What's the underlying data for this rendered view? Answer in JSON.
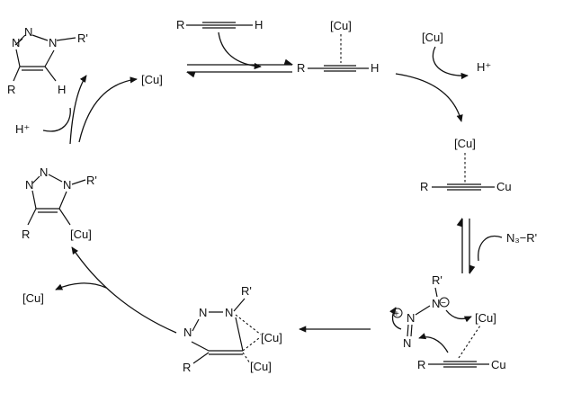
{
  "labels": {
    "R": "R",
    "H": "H",
    "Cu": "[Cu]",
    "Cu_plain": "Cu",
    "H_plus": "H⁺",
    "N": "N",
    "R_prime": "R'",
    "N3R": "N₃−R'",
    "plus": "+",
    "minus": "−"
  }
}
